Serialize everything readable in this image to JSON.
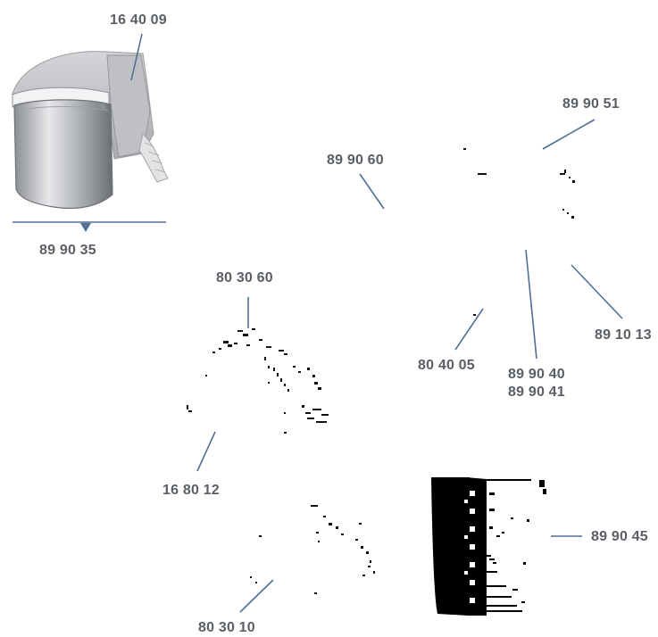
{
  "parts": {
    "helmet": "16 40 09",
    "headband_hint": "89 90 35",
    "top_right": "89 90 51",
    "mid_top": "89 90 60",
    "band": "89 10 13",
    "cradle_pad": "80 40 05",
    "filter_a": "89 90 40",
    "filter_b": "89 90 41",
    "crown_strap": "80 30 60",
    "face_seal": "16 80 12",
    "liner": "80 30 10",
    "cartridge": "89 90 45"
  },
  "colors": {
    "label_text": "#5a5f66",
    "leader_line": "#4f6f95"
  }
}
